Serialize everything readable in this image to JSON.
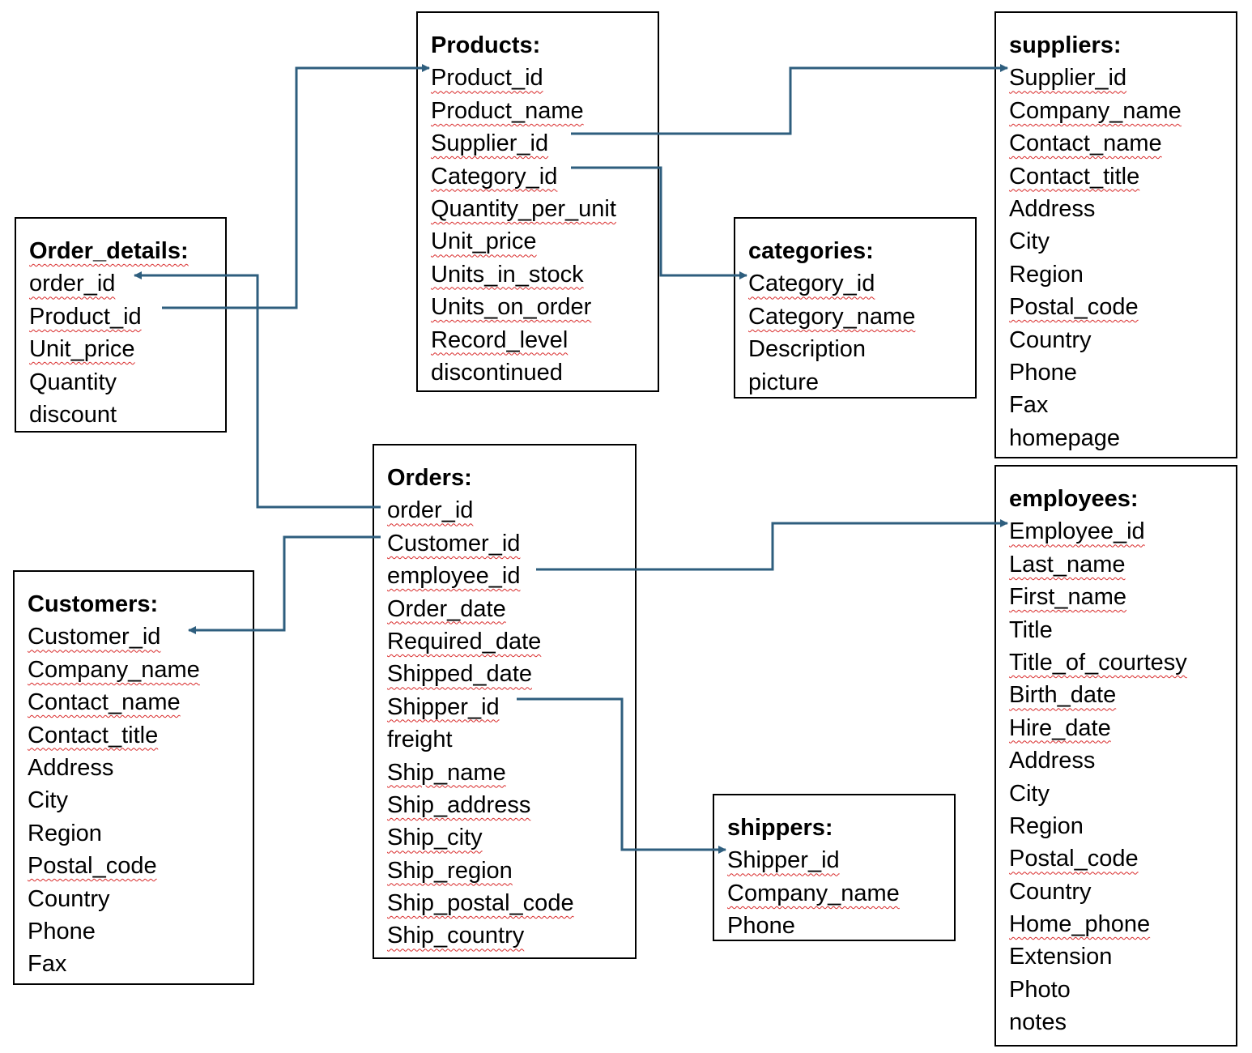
{
  "colors": {
    "connector": "#2e5e7e",
    "border": "#000000",
    "spellcheck_underline": "#d92b2b"
  },
  "entities": {
    "products": {
      "title": "Products:",
      "fields": [
        "Product_id",
        "Product_name",
        "Supplier_id",
        "Category_id",
        "Quantity_per_unit",
        "Unit_price",
        "Units_in_stock",
        "Units_on_order",
        "Record_level",
        "discontinued"
      ],
      "spellcheck_flags": [
        true,
        true,
        true,
        true,
        true,
        true,
        true,
        true,
        true,
        false
      ]
    },
    "suppliers": {
      "title": "suppliers:",
      "fields": [
        "Supplier_id",
        "Company_name",
        "Contact_name",
        "Contact_title",
        "Address",
        "City",
        "Region",
        "Postal_code",
        "Country",
        "Phone",
        "Fax",
        "homepage"
      ],
      "spellcheck_flags": [
        true,
        true,
        true,
        true,
        false,
        false,
        false,
        true,
        false,
        false,
        false,
        false
      ]
    },
    "order_details": {
      "title": "Order_details:",
      "fields": [
        "order_id",
        "Product_id",
        "Unit_price",
        "Quantity",
        "discount"
      ],
      "spellcheck_flags": [
        true,
        true,
        true,
        false,
        false
      ],
      "title_spellcheck": true
    },
    "categories": {
      "title": "categories:",
      "fields": [
        "Category_id",
        "Category_name",
        "Description",
        "picture"
      ],
      "spellcheck_flags": [
        true,
        true,
        false,
        false
      ]
    },
    "orders": {
      "title": "Orders:",
      "fields": [
        "order_id",
        "Customer_id",
        "employee_id",
        "Order_date",
        "Required_date",
        "Shipped_date",
        "Shipper_id",
        "freight",
        "Ship_name",
        "Ship_address",
        "Ship_city",
        "Ship_region",
        "Ship_postal_code",
        "Ship_country"
      ],
      "spellcheck_flags": [
        true,
        true,
        true,
        true,
        true,
        true,
        true,
        false,
        true,
        true,
        true,
        true,
        true,
        true
      ]
    },
    "employees": {
      "title": "employees:",
      "fields": [
        "Employee_id",
        "Last_name",
        "First_name",
        "Title",
        "Title_of_courtesy",
        "Birth_date",
        "Hire_date",
        "Address",
        "City",
        "Region",
        "Postal_code",
        "Country",
        "Home_phone",
        "Extension",
        "Photo",
        "notes"
      ],
      "spellcheck_flags": [
        true,
        true,
        true,
        false,
        true,
        true,
        true,
        false,
        false,
        false,
        true,
        false,
        true,
        false,
        false,
        false
      ]
    },
    "customers": {
      "title": "Customers:",
      "fields": [
        "Customer_id",
        "Company_name",
        "Contact_name",
        "Contact_title",
        "Address",
        "City",
        "Region",
        "Postal_code",
        "Country",
        "Phone",
        "Fax"
      ],
      "spellcheck_flags": [
        true,
        true,
        true,
        true,
        false,
        false,
        false,
        true,
        false,
        false,
        false
      ]
    },
    "shippers": {
      "title": "shippers:",
      "fields": [
        "Shipper_id",
        "Company_name",
        "Phone"
      ],
      "spellcheck_flags": [
        true,
        true,
        false
      ]
    }
  },
  "relationships": [
    {
      "from": "order_details.Product_id",
      "to": "products.Product_id"
    },
    {
      "from": "products.Supplier_id",
      "to": "suppliers.Supplier_id"
    },
    {
      "from": "products.Category_id",
      "to": "categories.Category_id"
    },
    {
      "from": "orders.order_id",
      "to": "order_details.order_id"
    },
    {
      "from": "orders.Customer_id",
      "to": "customers.Customer_id"
    },
    {
      "from": "orders.employee_id",
      "to": "employees.Employee_id"
    },
    {
      "from": "orders.Shipper_id",
      "to": "shippers.Shipper_id"
    }
  ]
}
